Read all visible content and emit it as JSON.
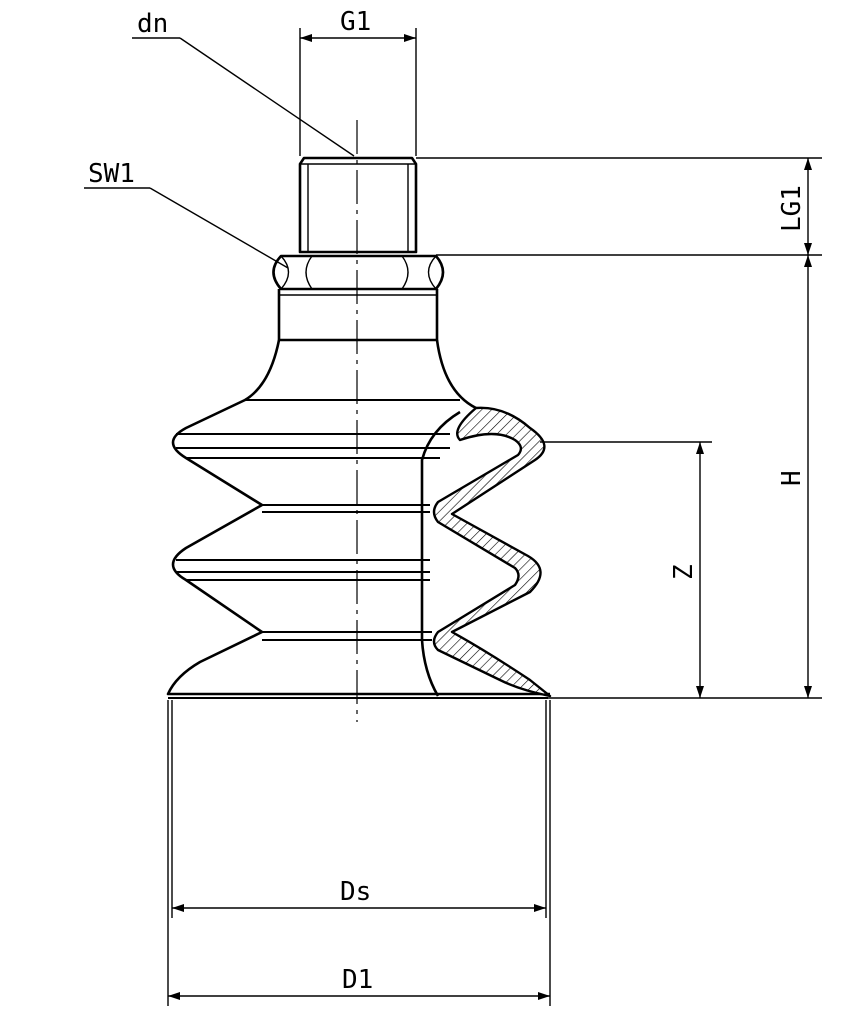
{
  "drawing": {
    "labels": {
      "dn": "dn",
      "g1": "G1",
      "sw1": "SW1",
      "lg1": "LG1",
      "h": "H",
      "z": "Z",
      "ds": "Ds",
      "d1": "D1"
    }
  }
}
